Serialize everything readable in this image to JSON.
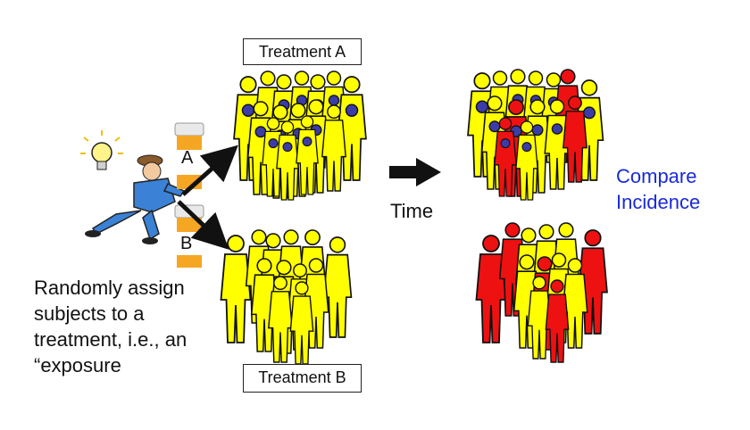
{
  "labels": {
    "treatment_a": "Treatment A",
    "treatment_b": "Treatment B",
    "bottle_a": "A",
    "bottle_b": "B",
    "time": "Time",
    "compare": [
      "Compare",
      "Incidence"
    ],
    "instruction": [
      "Randomly assign",
      "subjects to a",
      "treatment, i.e., an",
      "“exposure"
    ]
  },
  "colors": {
    "unexposed": "#ffff00",
    "exposed_marker": "#3c3ca8",
    "disease": "#ee1111",
    "outline": "#111111",
    "compare_text": "#1a2ad6",
    "bottle": "#f5a623"
  },
  "icons": [
    "lightbulb-icon",
    "running-man-icon",
    "pill-bottle-icon",
    "arrow-icon"
  ]
}
